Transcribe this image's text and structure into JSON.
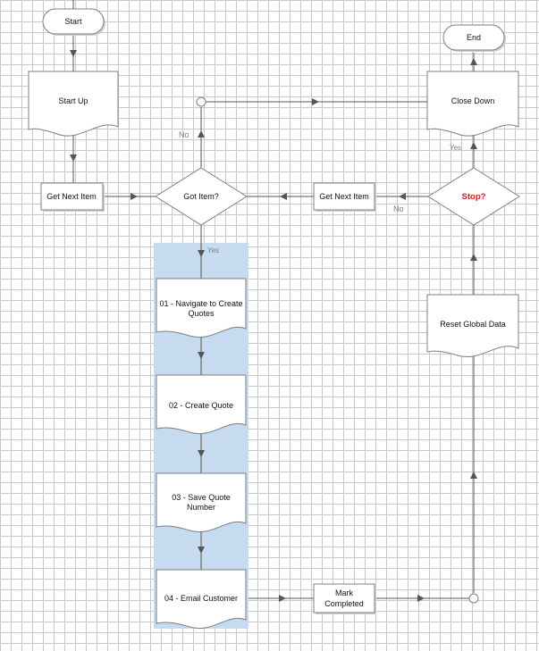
{
  "nodes": {
    "start": "Start",
    "end": "End",
    "start_up": "Start Up",
    "close_down": "Close Down",
    "get_next_item_left": "Get Next Item",
    "got_item": "Got Item?",
    "get_next_item_right": "Get Next Item",
    "stop": "Stop?",
    "reset_global_data": "Reset Global Data",
    "step_01_line1": "01 - Navigate to Create",
    "step_01_line2": "Quotes",
    "step_02": "02 - Create Quote",
    "step_03_line1": "03 - Save Quote",
    "step_03_line2": "Number",
    "step_04": "04 - Email Customer",
    "mark_completed_line1": "Mark",
    "mark_completed_line2": "Completed"
  },
  "edge_labels": {
    "got_item_no": "No",
    "got_item_yes": "Yes",
    "stop_yes": "Yes",
    "stop_no": "No"
  },
  "colors": {
    "stop_label": "#cc1f1f",
    "lane_highlight": "#c6daf0",
    "grid": "#c8c8c8"
  }
}
